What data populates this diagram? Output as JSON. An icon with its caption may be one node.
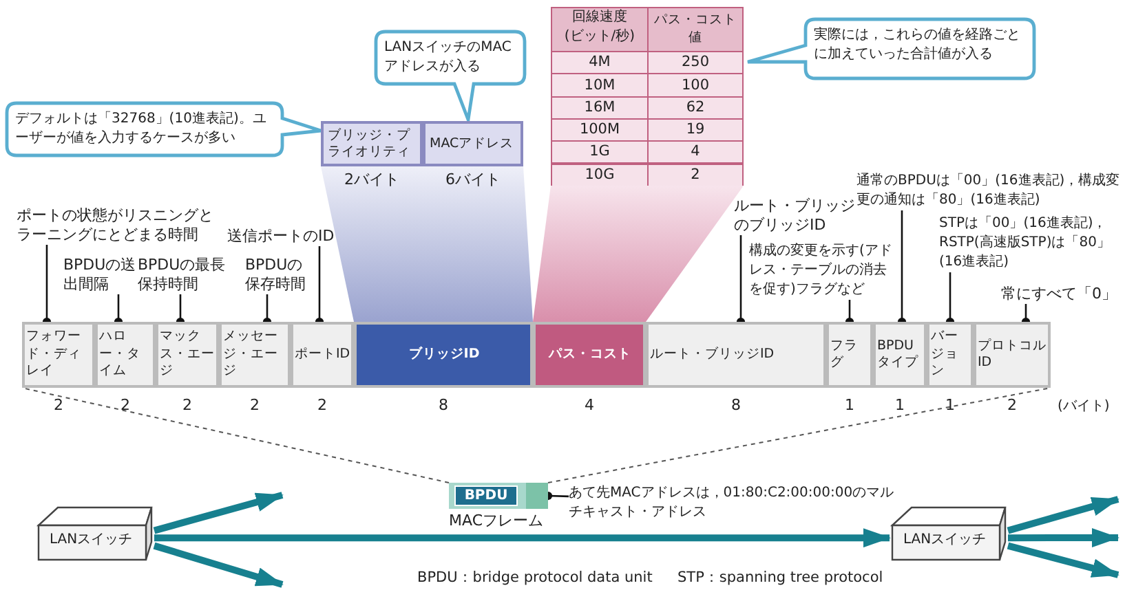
{
  "diagram": {
    "nodes": [
      {
        "text": [
          "デフォルトは「32768」(10進表記)。ユーザーが値を入力するケースが多い"
        ]
      },
      {
        "text": [
          "LANスイッチのMACアドレスが入る"
        ]
      },
      {
        "text": [
          "ブリッジ・プライオリティ"
        ],
        "beside": [
          "2バイト"
        ]
      },
      {
        "text": [
          "MACアドレス"
        ],
        "beside": [
          "6バイト"
        ]
      },
      {
        "text": [
          "実際には，これらの値を経路ごとに加えていった合計値が入る"
        ]
      },
      {
        "text": [
          "ポートの状態がリスニングとラーニングにとどまる時間"
        ]
      },
      {
        "text": [
          "BPDUの送出間隔"
        ]
      },
      {
        "text": [
          "BPDUの最長保持時間"
        ]
      },
      {
        "text": [
          "BPDUの保存時間"
        ]
      },
      {
        "text": [
          "送信ポートのID"
        ]
      },
      {
        "text": [
          "ルート・ブリッジのブリッジID"
        ]
      },
      {
        "text": [
          "構成の変更を示す(アドレス・テーブルの消去を促す)フラグなど"
        ]
      },
      {
        "text": [
          "通常のBPDUは「00」(16進表記)，構成変更の通知は「80」(16進表記)"
        ]
      },
      {
        "text": [
          "STPは「00」(16進表記)，RSTP(高速版STP)は「80」(16進表記)"
        ]
      },
      {
        "text": [
          "常にすべて「0」"
        ]
      },
      {
        "text": [
          "フォワード・ディレイ"
        ],
        "beside": [
          "2"
        ]
      },
      {
        "text": [
          "ハロー・タイム"
        ],
        "beside": [
          "2"
        ]
      },
      {
        "text": [
          "マックス・エージ"
        ],
        "beside": [
          "2"
        ]
      },
      {
        "text": [
          "メッセージ・エージ"
        ],
        "beside": [
          "2"
        ]
      },
      {
        "text": [
          "ポートID"
        ],
        "beside": [
          "2"
        ]
      },
      {
        "text": [
          "ブリッジID"
        ],
        "beside": [
          "8"
        ]
      },
      {
        "text": [
          "パス・コスト"
        ],
        "beside": [
          "4"
        ]
      },
      {
        "text": [
          "ルート・ブリッジID"
        ],
        "beside": [
          "8"
        ]
      },
      {
        "text": [
          "フラグ"
        ],
        "beside": [
          "1"
        ]
      },
      {
        "text": [
          "BPDUタイプ"
        ],
        "beside": [
          "1"
        ]
      },
      {
        "text": [
          "バージョン"
        ],
        "beside": [
          "1"
        ]
      },
      {
        "text": [
          "プロトコルID"
        ],
        "beside": [
          "2"
        ]
      },
      {
        "text": [
          "LANスイッチ"
        ]
      },
      {
        "text": [
          "BPDU"
        ],
        "beside": [
          "MACフレーム"
        ]
      },
      {
        "text": [
          "あて先MACアドレスは，01:80:C2:00:00:00のマルチキャスト・アドレス"
        ]
      },
      {
        "text": [
          "LANスイッチ"
        ]
      }
    ],
    "edges": [
      {
        "from": 5,
        "to": 15,
        "arrow": "other"
      },
      {
        "from": 6,
        "to": 16,
        "arrow": "other"
      },
      {
        "from": 7,
        "to": 17,
        "arrow": "other"
      },
      {
        "from": 8,
        "to": 18,
        "arrow": "other"
      },
      {
        "from": 9,
        "to": 19,
        "arrow": "other"
      },
      {
        "from": 10,
        "to": 22,
        "arrow": "other"
      },
      {
        "from": 11,
        "to": 23,
        "arrow": "other"
      },
      {
        "from": 12,
        "to": 24,
        "arrow": "other"
      },
      {
        "from": 13,
        "to": 25,
        "arrow": "other"
      },
      {
        "from": 14,
        "to": 26,
        "arrow": "other"
      },
      {
        "from": 29,
        "to": 28,
        "arrow": "other"
      },
      {
        "from": 28,
        "to": 15,
        "arrow": "none",
        "style": "dashed"
      },
      {
        "from": 28,
        "to": 26,
        "arrow": "none",
        "style": "dashed"
      },
      {
        "from": 27,
        "to": 30,
        "arrow": "to",
        "style": "thick",
        "color": "#17808f"
      },
      {
        "from": 27,
        "to": null,
        "arrow": "to",
        "style": "thick",
        "color": "#17808f"
      },
      {
        "from": 27,
        "to": null,
        "arrow": "to",
        "style": "thick",
        "color": "#17808f"
      },
      {
        "from": 30,
        "to": null,
        "arrow": "to",
        "style": "thick",
        "color": "#17808f"
      },
      {
        "from": 30,
        "to": null,
        "arrow": "to",
        "style": "thick",
        "color": "#17808f"
      },
      {
        "from": 30,
        "to": null,
        "arrow": "to",
        "style": "thick",
        "color": "#17808f"
      }
    ],
    "labels": [
      "回線速度",
      "(ビット/秒)",
      "パス・コスト値",
      "4M",
      "250",
      "10M",
      "100",
      "16M",
      "62",
      "100M",
      "19",
      "1G",
      "4",
      "10G",
      "2",
      "(バイト)",
      "BPDU：bridge protocol data unit",
      "STP：spanning tree protocol"
    ]
  }
}
